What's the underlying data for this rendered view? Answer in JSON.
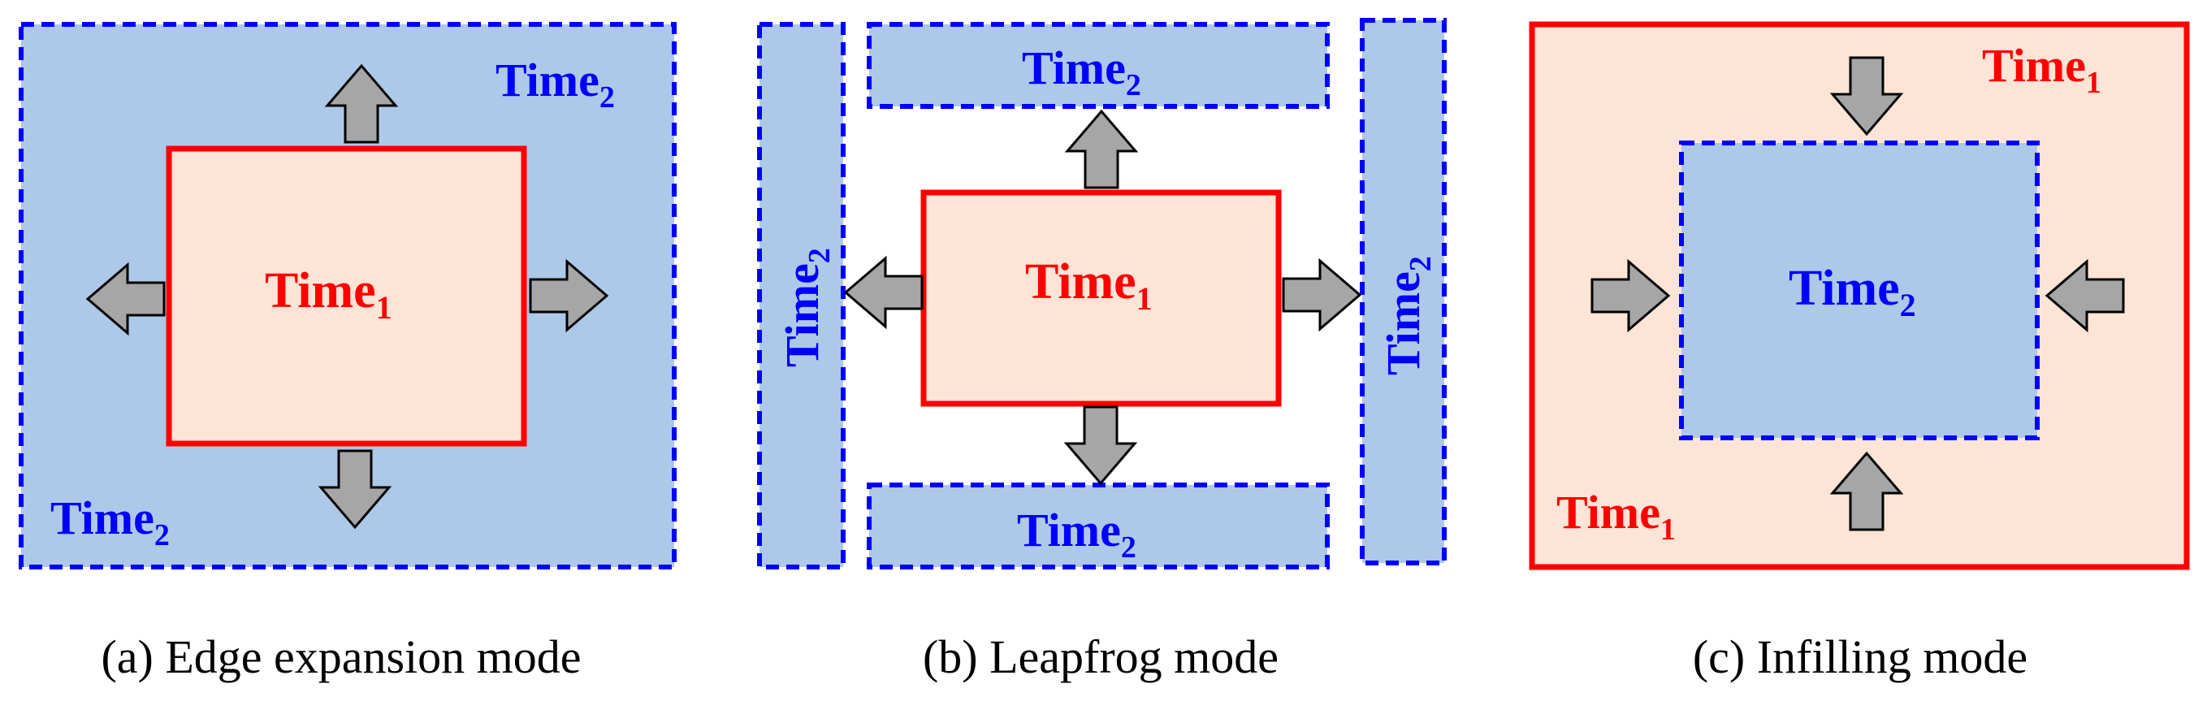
{
  "panels": {
    "a": {
      "caption": "(a) Edge expansion mode",
      "outer_label": "Time",
      "outer_sub": "2",
      "inner_label": "Time",
      "inner_sub": "1"
    },
    "b": {
      "caption": "(b) Leapfrog mode",
      "strip_label": "Time",
      "strip_sub": "2",
      "center_label": "Time",
      "center_sub": "1"
    },
    "c": {
      "caption": "(c) Infilling mode",
      "outer_label": "Time",
      "outer_sub": "1",
      "inner_label": "Time",
      "inner_sub": "2"
    }
  },
  "colors": {
    "time1_border": "#ff0000",
    "time1_fill": "#fce4d6",
    "time2_border": "#0000ff",
    "time2_fill": "#aec8e8",
    "arrow_fill": "#a6a6a6"
  }
}
